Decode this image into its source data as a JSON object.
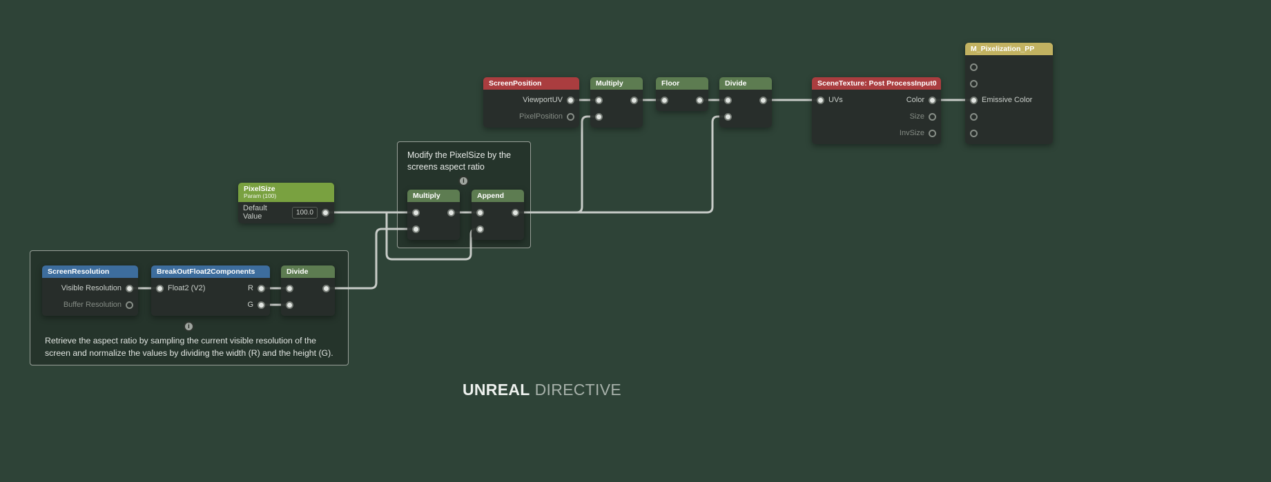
{
  "logo": {
    "bold": "UNREAL",
    "light": "DIRECTIVE"
  },
  "glyphs": {
    "info": "i"
  },
  "colors": {
    "background": "#2e4337",
    "header_red": "#aa3d3f",
    "header_green": "#5d7c51",
    "header_blue": "#3d6d9d",
    "header_lime": "#79a140",
    "header_tan": "#c2b261",
    "wire": "#c8ccc8"
  },
  "comments": {
    "aspect_ratio": {
      "title": "Modify the PixelSize by the screens aspect ratio"
    },
    "resolution": {
      "description": "Retrieve the aspect ratio by sampling the current visible resolution of the screen and normalize the values by dividing the width (R) and the height (G)."
    }
  },
  "nodes": {
    "screen_position": {
      "title": "ScreenPosition",
      "outputs": [
        {
          "label": "ViewportUV",
          "connected": true
        },
        {
          "label": "PixelPosition",
          "connected": false
        }
      ]
    },
    "multiply_uv": {
      "title": "Multiply"
    },
    "floor": {
      "title": "Floor"
    },
    "divide_uv": {
      "title": "Divide"
    },
    "scene_texture": {
      "title": "SceneTexture: Post ProcessInput0",
      "inputs": [
        {
          "label": "UVs",
          "connected": true
        }
      ],
      "outputs": [
        {
          "label": "Color",
          "connected": true
        },
        {
          "label": "Size",
          "connected": false
        },
        {
          "label": "InvSize",
          "connected": false
        }
      ]
    },
    "material_result": {
      "title": "M_Pixelization_PP",
      "inputs": [
        {
          "label": "",
          "connected": false
        },
        {
          "label": "",
          "connected": false
        },
        {
          "label": "Emissive Color",
          "connected": true
        },
        {
          "label": "",
          "connected": false
        },
        {
          "label": "",
          "connected": false
        }
      ]
    },
    "pixel_size": {
      "title": "PixelSize",
      "subtitle": "Param (100)",
      "row_label": "Default Value",
      "value": "100.0"
    },
    "multiply_aspect": {
      "title": "Multiply"
    },
    "append": {
      "title": "Append"
    },
    "screen_resolution": {
      "title": "ScreenResolution",
      "outputs": [
        {
          "label": "Visible Resolution",
          "connected": true
        },
        {
          "label": "Buffer Resolution",
          "connected": false
        }
      ]
    },
    "breakout_float2": {
      "title": "BreakOutFloat2Components",
      "inputs": [
        {
          "label": "Float2 (V2)",
          "connected": true
        }
      ],
      "outputs": [
        {
          "label": "R",
          "connected": true
        },
        {
          "label": "G",
          "connected": true
        }
      ]
    },
    "divide_aspect": {
      "title": "Divide"
    }
  }
}
